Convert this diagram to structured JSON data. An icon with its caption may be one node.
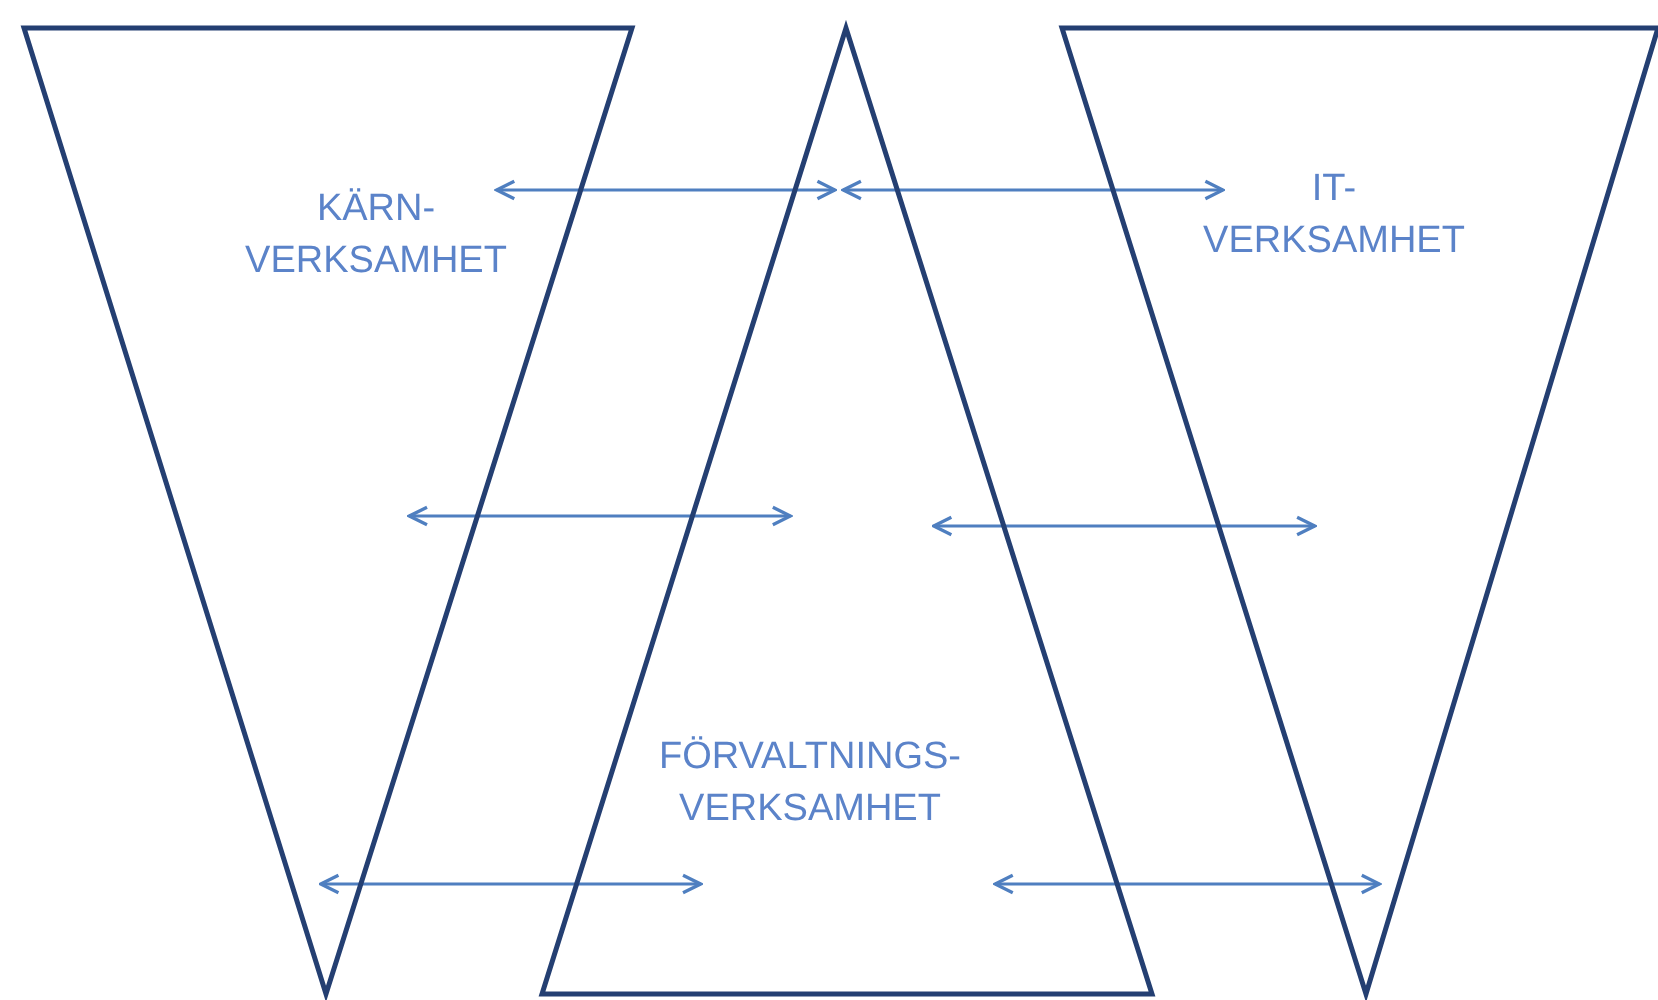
{
  "diagram": {
    "nodes": [
      {
        "text": [
          "KÄRN- VERKSAMHET"
        ]
      },
      {
        "text": [
          "FÖRVALTNINGS- VERKSAMHET"
        ]
      },
      {
        "text": [
          "IT- VERKSAMHET"
        ]
      }
    ],
    "edges": [
      {
        "from": 0,
        "to": 1,
        "arrow": "both"
      },
      {
        "from": 1,
        "to": 2,
        "arrow": "both"
      },
      {
        "from": 0,
        "to": 1,
        "arrow": "both"
      },
      {
        "from": 1,
        "to": 2,
        "arrow": "both"
      },
      {
        "from": 0,
        "to": 1,
        "arrow": "both"
      },
      {
        "from": 1,
        "to": 2,
        "arrow": "both"
      }
    ]
  }
}
